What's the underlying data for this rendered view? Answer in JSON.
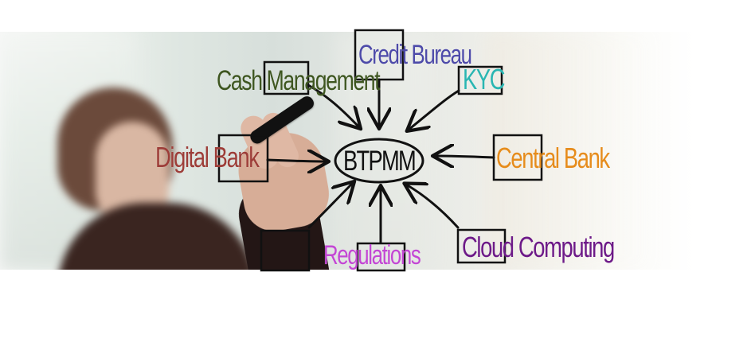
{
  "diagram": {
    "center": {
      "label": "BTPMM",
      "color": "#111111"
    },
    "nodes": [
      {
        "label": "Credit Bureau",
        "color": "#4d4aa9"
      },
      {
        "label": "Cash Management",
        "color": "#3e5620"
      },
      {
        "label": "KYC",
        "color": "#2ab6b2"
      },
      {
        "label": "Digital Bank",
        "color": "#9d3d38"
      },
      {
        "label": "Central Bank",
        "color": "#e68c1c"
      },
      {
        "label": "Regulations",
        "color": "#c347d4"
      },
      {
        "label": "Cloud Computing",
        "color": "#6d1a88"
      }
    ]
  }
}
